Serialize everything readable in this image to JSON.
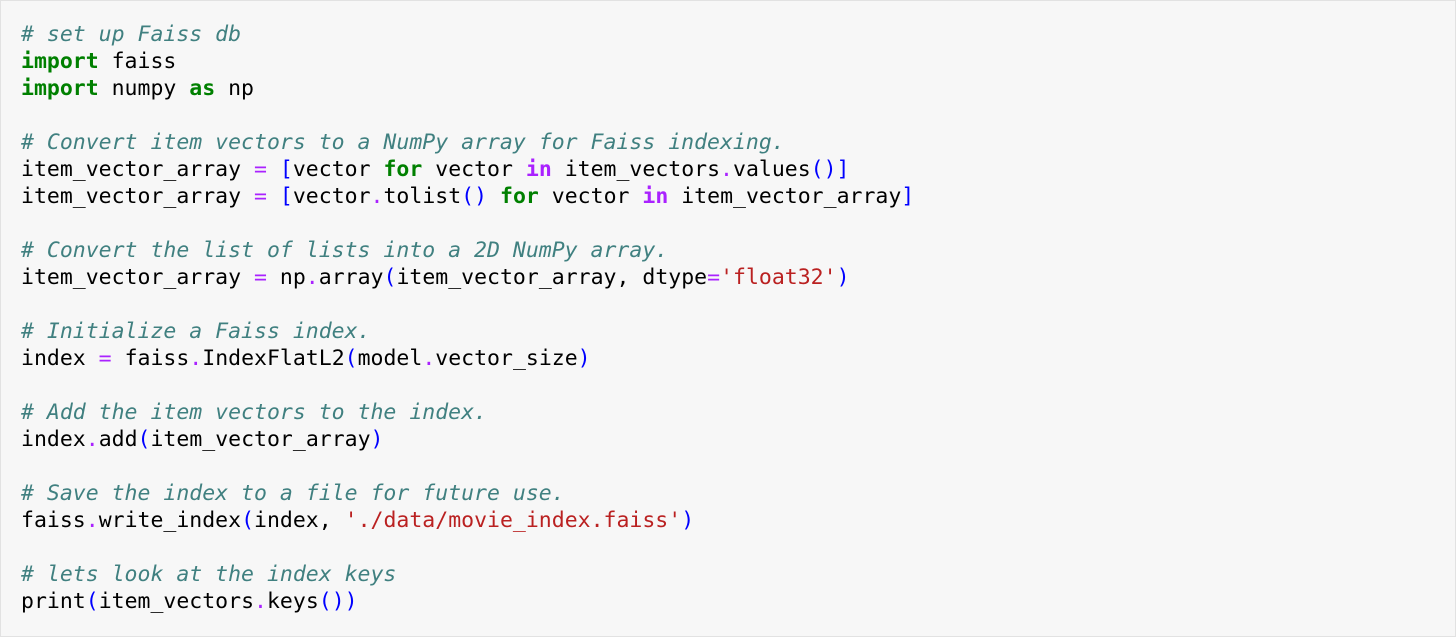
{
  "code_cell": {
    "lines": [
      [
        {
          "t": "c",
          "v": "# set up Faiss db"
        }
      ],
      [
        {
          "t": "k",
          "v": "import"
        },
        {
          "t": "n",
          "v": " faiss"
        }
      ],
      [
        {
          "t": "k",
          "v": "import"
        },
        {
          "t": "n",
          "v": " numpy "
        },
        {
          "t": "k",
          "v": "as"
        },
        {
          "t": "n",
          "v": " np"
        }
      ],
      [],
      [
        {
          "t": "c",
          "v": "# Convert item vectors to a NumPy array for Faiss indexing."
        }
      ],
      [
        {
          "t": "n",
          "v": "item_vector_array "
        },
        {
          "t": "o",
          "v": "="
        },
        {
          "t": "n",
          "v": " "
        },
        {
          "t": "p",
          "v": "["
        },
        {
          "t": "n",
          "v": "vector "
        },
        {
          "t": "k",
          "v": "for"
        },
        {
          "t": "n",
          "v": " vector "
        },
        {
          "t": "ow",
          "v": "in"
        },
        {
          "t": "n",
          "v": " item_vectors"
        },
        {
          "t": "o",
          "v": "."
        },
        {
          "t": "n",
          "v": "values"
        },
        {
          "t": "p",
          "v": "()]"
        }
      ],
      [
        {
          "t": "n",
          "v": "item_vector_array "
        },
        {
          "t": "o",
          "v": "="
        },
        {
          "t": "n",
          "v": " "
        },
        {
          "t": "p",
          "v": "["
        },
        {
          "t": "n",
          "v": "vector"
        },
        {
          "t": "o",
          "v": "."
        },
        {
          "t": "n",
          "v": "tolist"
        },
        {
          "t": "p",
          "v": "()"
        },
        {
          "t": "n",
          "v": " "
        },
        {
          "t": "k",
          "v": "for"
        },
        {
          "t": "n",
          "v": " vector "
        },
        {
          "t": "ow",
          "v": "in"
        },
        {
          "t": "n",
          "v": " item_vector_array"
        },
        {
          "t": "p",
          "v": "]"
        }
      ],
      [],
      [
        {
          "t": "c",
          "v": "# Convert the list of lists into a 2D NumPy array."
        }
      ],
      [
        {
          "t": "n",
          "v": "item_vector_array "
        },
        {
          "t": "o",
          "v": "="
        },
        {
          "t": "n",
          "v": " np"
        },
        {
          "t": "o",
          "v": "."
        },
        {
          "t": "n",
          "v": "array"
        },
        {
          "t": "p",
          "v": "("
        },
        {
          "t": "n",
          "v": "item_vector_array, dtype"
        },
        {
          "t": "o",
          "v": "="
        },
        {
          "t": "s",
          "v": "'float32'"
        },
        {
          "t": "p",
          "v": ")"
        }
      ],
      [],
      [
        {
          "t": "c",
          "v": "# Initialize a Faiss index."
        }
      ],
      [
        {
          "t": "n",
          "v": "index "
        },
        {
          "t": "o",
          "v": "="
        },
        {
          "t": "n",
          "v": " faiss"
        },
        {
          "t": "o",
          "v": "."
        },
        {
          "t": "n",
          "v": "IndexFlatL2"
        },
        {
          "t": "p",
          "v": "("
        },
        {
          "t": "n",
          "v": "model"
        },
        {
          "t": "o",
          "v": "."
        },
        {
          "t": "n",
          "v": "vector_size"
        },
        {
          "t": "p",
          "v": ")"
        }
      ],
      [],
      [
        {
          "t": "c",
          "v": "# Add the item vectors to the index."
        }
      ],
      [
        {
          "t": "n",
          "v": "index"
        },
        {
          "t": "o",
          "v": "."
        },
        {
          "t": "n",
          "v": "add"
        },
        {
          "t": "p",
          "v": "("
        },
        {
          "t": "n",
          "v": "item_vector_array"
        },
        {
          "t": "p",
          "v": ")"
        }
      ],
      [],
      [
        {
          "t": "c",
          "v": "# Save the index to a file for future use."
        }
      ],
      [
        {
          "t": "n",
          "v": "faiss"
        },
        {
          "t": "o",
          "v": "."
        },
        {
          "t": "n",
          "v": "write_index"
        },
        {
          "t": "p",
          "v": "("
        },
        {
          "t": "n",
          "v": "index, "
        },
        {
          "t": "s",
          "v": "'./data/movie_index.faiss'"
        },
        {
          "t": "p",
          "v": ")"
        }
      ],
      [],
      [
        {
          "t": "c",
          "v": "# lets look at the index keys"
        }
      ],
      [
        {
          "t": "n",
          "v": "print"
        },
        {
          "t": "p",
          "v": "("
        },
        {
          "t": "n",
          "v": "item_vectors"
        },
        {
          "t": "o",
          "v": "."
        },
        {
          "t": "n",
          "v": "keys"
        },
        {
          "t": "p",
          "v": "())"
        }
      ]
    ]
  }
}
